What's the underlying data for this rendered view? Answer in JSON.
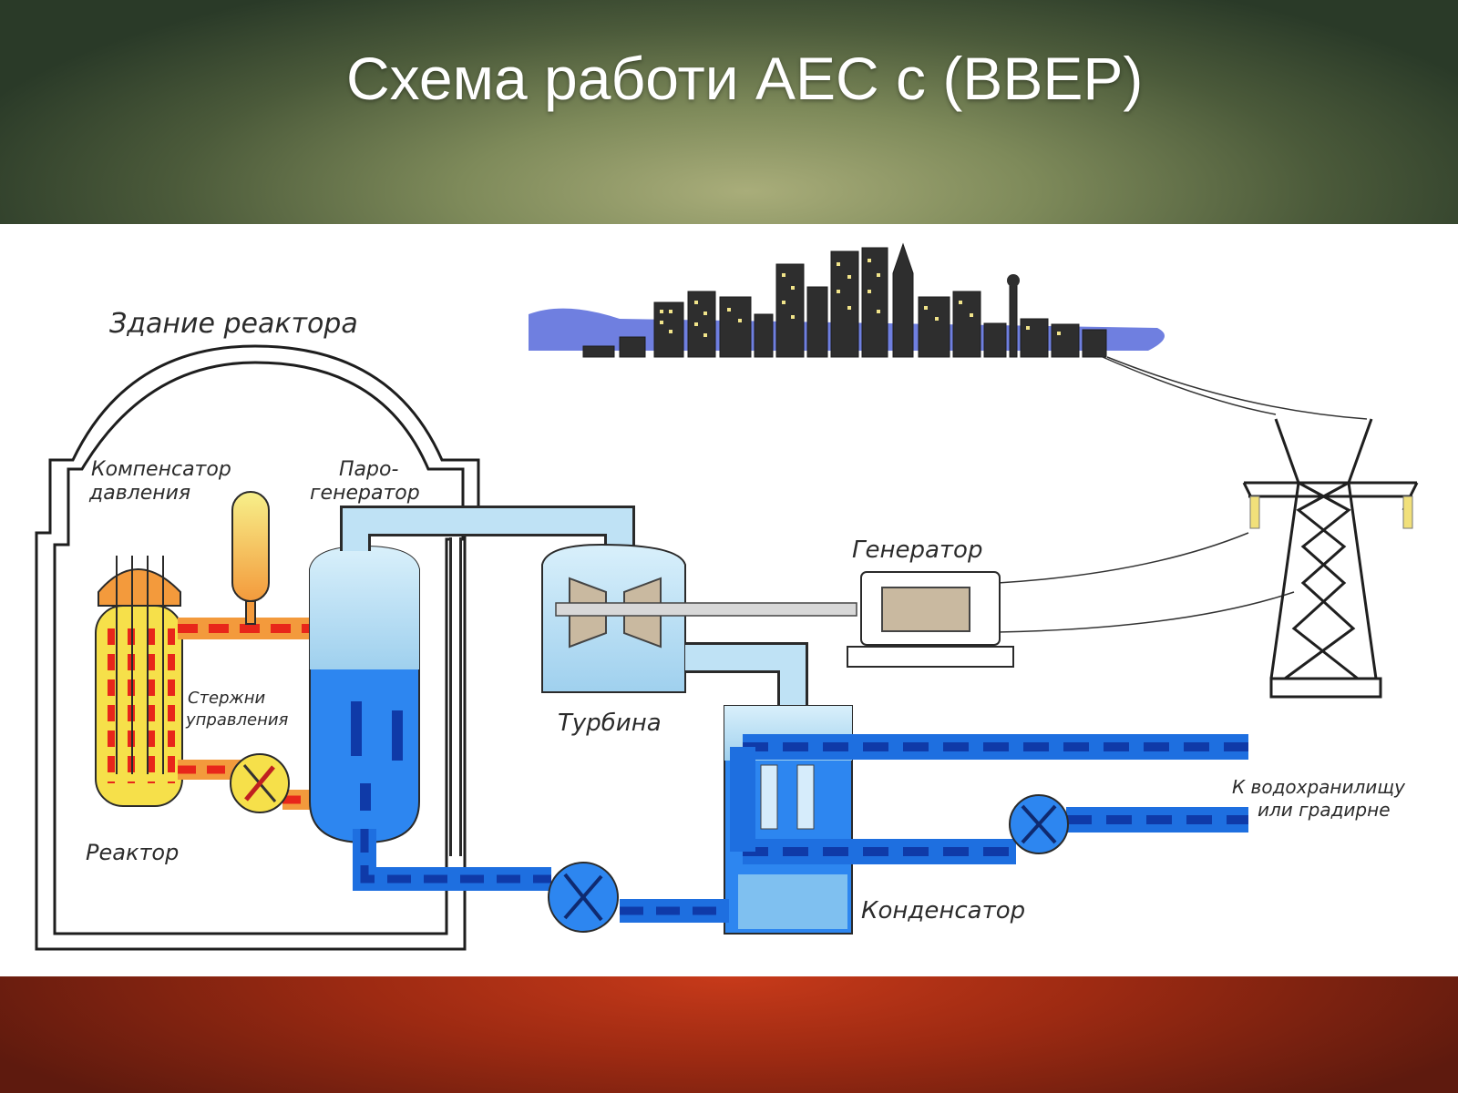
{
  "title": "Схема работи АЕС с (ВВЕР)",
  "labels": {
    "reactor_building": "Здание реактора",
    "pressurizer_1": "Компенсатор",
    "pressurizer_2": "давления",
    "steam_gen_1": "Паро-",
    "steam_gen_2": "генератор",
    "control_rods_1": "Стержни",
    "control_rods_2": "управления",
    "reactor": "Реактор",
    "turbine": "Турбина",
    "generator": "Генератор",
    "condenser": "Конденсатор",
    "reservoir_1": "К водохранилищу",
    "reservoir_2": "или градирне"
  },
  "colors": {
    "hot_loop": "#e8261a",
    "hot_fill": "#f6e04a",
    "cold_water": "#1e6fe0",
    "steam": "#bfe2f5",
    "outline": "#2a2a2a"
  }
}
